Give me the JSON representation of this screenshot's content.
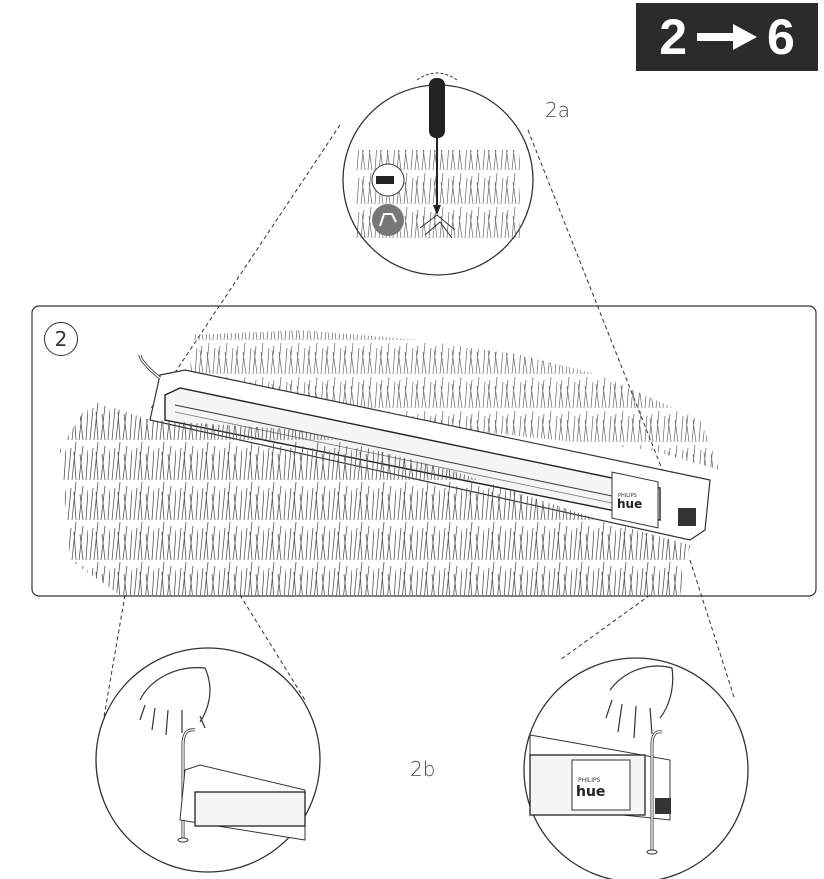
{
  "badge": {
    "from": "2",
    "to": "6"
  },
  "step": {
    "number": "2"
  },
  "detail_labels": {
    "top": "2a",
    "bottom": "2b"
  },
  "product": {
    "brand": "PHILIPS",
    "name": "hue"
  },
  "icons": [
    "screwdriver-icon",
    "flex-arm-icon",
    "hand-icon",
    "ground-stake-icon",
    "grass-illustration",
    "light-bar-illustration"
  ]
}
